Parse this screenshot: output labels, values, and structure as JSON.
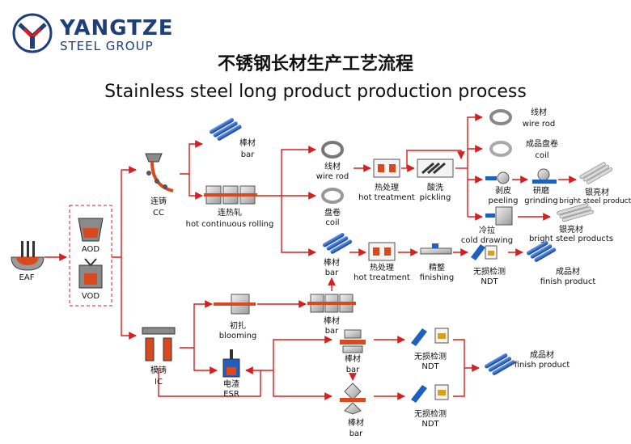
{
  "brand": {
    "name": "YANGTZE",
    "sub": "STEEL GROUP",
    "colors": {
      "navy": "#1f3f7a",
      "blue": "#1f5fbf",
      "red": "#d81e1e"
    }
  },
  "title_cn": "不锈钢长材生产工艺流程",
  "title_en": "Stainless steel long product production process",
  "nodes": {
    "eaf": "EAF",
    "aod": "AOD",
    "vod": "VOD",
    "cc_cn": "连铸",
    "cc_en": "CC",
    "ic_cn": "模铸",
    "ic_en": "IC",
    "bar1_cn": "棒材",
    "bar1_en": "bar",
    "hcr_cn": "连热轧",
    "hcr_en": "hot continuous rolling",
    "wirerod1_cn": "线材",
    "wirerod1_en": "wire rod",
    "coil1_cn": "盘卷",
    "coil1_en": "coil",
    "bar2_cn": "棒材",
    "bar2_en": "bar",
    "ht1_cn": "热处理",
    "ht1_en": "hot treatment",
    "pickling_cn": "酸洗",
    "pickling_en": "pickling",
    "ht2_cn": "热处理",
    "ht2_en": "hot treatment",
    "finishing_cn": "精整",
    "finishing_en": "finishing",
    "wirerod2_cn": "线材",
    "wirerod2_en": "wire rod",
    "coil2_cn": "成品盘卷",
    "coil2_en": "coil",
    "peeling_cn": "剥皮",
    "peeling_en": "peeling",
    "grinding_cn": "研磨",
    "grinding_en": "grinding",
    "bright1_cn": "银亮材",
    "bright1_en": "bright steel products",
    "colddraw_cn": "冷拉",
    "colddraw_en": "cold drawing",
    "bright2_cn": "银亮材",
    "bright2_en": "bright steel products",
    "ndt1_cn": "无损检测",
    "ndt1_en": "NDT",
    "finish1_cn": "成品材",
    "finish1_en": "finish product",
    "blooming_cn": "初扎",
    "blooming_en": "blooming",
    "bar3_cn": "棒材",
    "bar3_en": "bar",
    "esr_cn": "电渣",
    "esr_en": "ESR",
    "bar4_cn": "棒材",
    "bar4_en": "bar",
    "bar5_cn": "棒材",
    "bar5_en": "bar",
    "ndt2_cn": "无损检测",
    "ndt2_en": "NDT",
    "ndt3_cn": "无损检测",
    "ndt3_en": "NDT",
    "finish2_cn": "成品材",
    "finish2_en": "finish product"
  }
}
